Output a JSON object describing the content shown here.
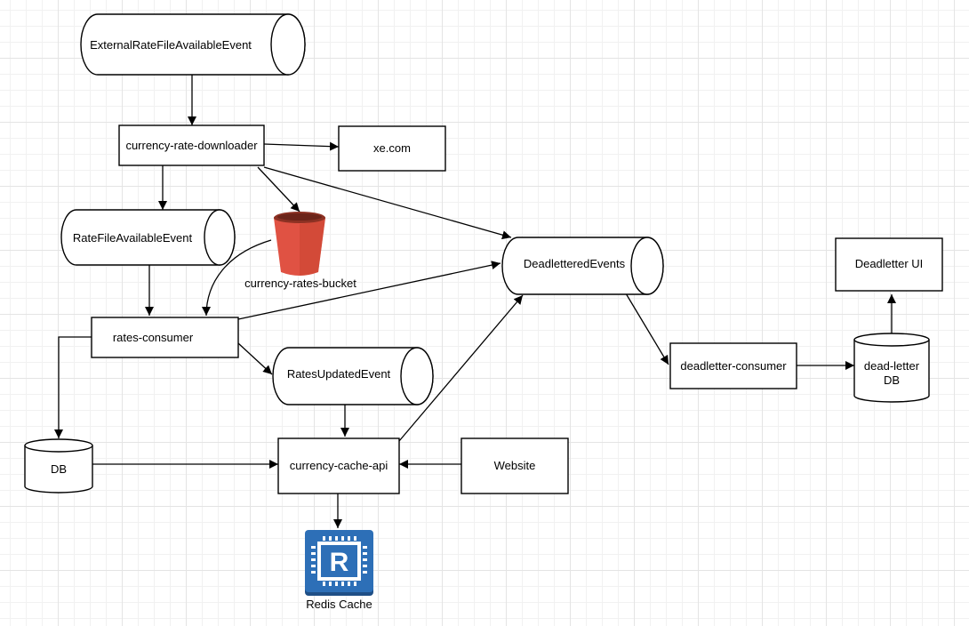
{
  "nodes": {
    "external_event": "ExternalRateFileAvailableEvent",
    "downloader": "currency-rate-downloader",
    "xe": "xe.com",
    "rate_file_event": "RateFileAvailableEvent",
    "bucket": "currency-rates-bucket",
    "deadlettered": "DeadletteredEvents",
    "deadletter_ui": "Deadletter UI",
    "rates_consumer": "rates-consumer",
    "rates_updated": "RatesUpdatedEvent",
    "deadletter_consumer": "deadletter-consumer",
    "deadletter_db_line1": "dead-letter",
    "deadletter_db_line2": "DB",
    "db": "DB",
    "cache_api": "currency-cache-api",
    "website": "Website",
    "redis": "Redis Cache"
  },
  "colors": {
    "bucket": "#e05243",
    "bucket_dark": "#8c3123",
    "redis": "#2d6fb7",
    "redis_dark": "#1f4f86"
  },
  "icons": {
    "bucket": "s3-bucket-icon",
    "redis": "redis-chip-icon"
  }
}
